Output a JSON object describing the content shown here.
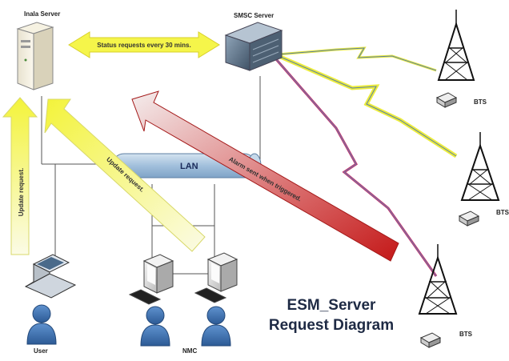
{
  "labels": {
    "inala_server": "Inala Server",
    "smsc_server": "SMSC Server",
    "bts": "BTS",
    "user": "User",
    "nmc": "NMC",
    "lan": "LAN"
  },
  "arrows": {
    "status": "Status requests every 30 mins.",
    "update_request_vertical": "Update request.",
    "update_request_diagonal": "Update request.",
    "alarm": "Alarm sent when triggered."
  },
  "title": {
    "line1": "ESM_Server",
    "line2": "Request Diagram"
  },
  "colors": {
    "yellow_arrow": "#f5f54a",
    "red_arrow": "#cc1f1f",
    "lan_pipe": "#a7c3dd",
    "lightning_yellow": "#ecec3c",
    "lightning_red": "#c0306a",
    "user_icon": "#3b6fb0"
  }
}
